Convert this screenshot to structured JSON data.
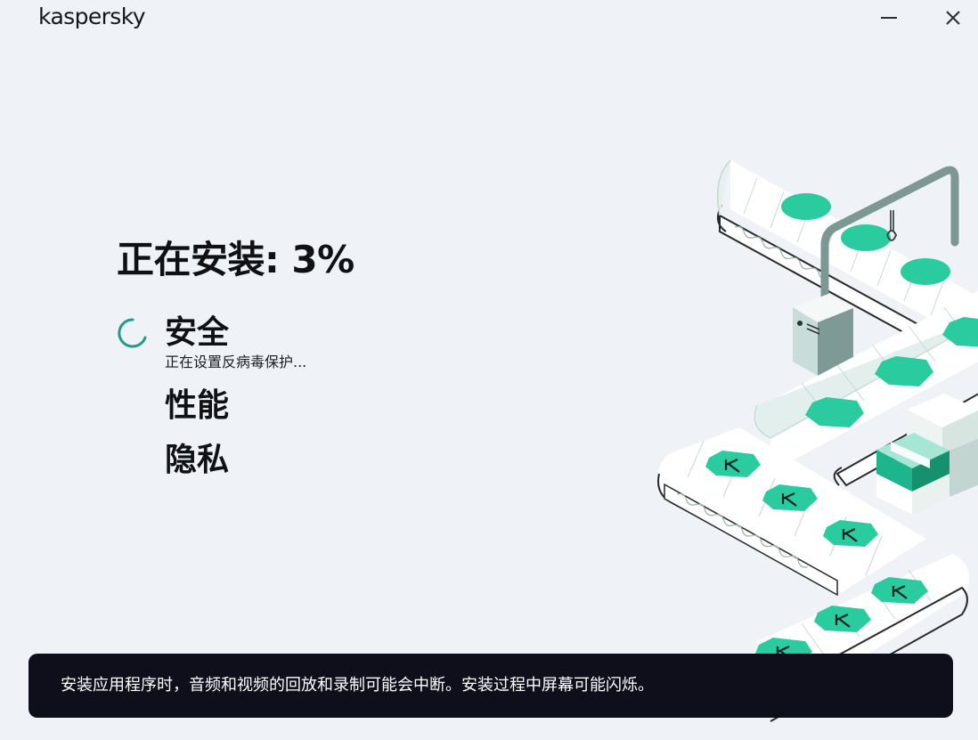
{
  "app": {
    "brand": "kaspersky"
  },
  "header": {
    "minimize_icon": "minimize-icon",
    "close_icon": "close-icon"
  },
  "install": {
    "title": "正在安装: 3%",
    "progress_percent": 3,
    "steps": [
      {
        "label": "安全",
        "detail": "正在设置反病毒保护...",
        "state": "in-progress"
      },
      {
        "label": "性能",
        "state": "pending"
      },
      {
        "label": "隐私",
        "state": "pending"
      }
    ]
  },
  "notice": {
    "text": "安装应用程序时，音频和视频的回放和录制可能会中断。安装过程中屏幕可能闪烁。"
  },
  "colors": {
    "background": "#eff2f7",
    "accent_green": "#29cc9e",
    "spinner": "#1f9e86",
    "notice_bg": "#0e0f1a"
  }
}
